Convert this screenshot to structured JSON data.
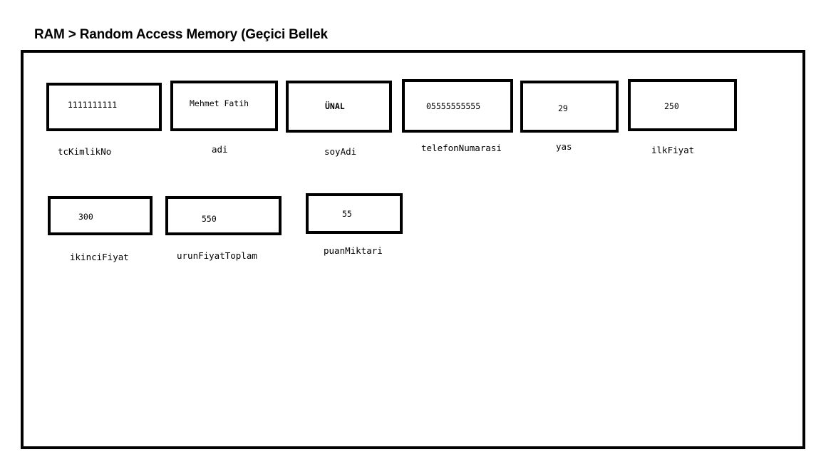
{
  "title": "RAM > Random Access Memory (Geçici Bellek",
  "variables": [
    {
      "name": "tcKimlikNo",
      "value": "1111111111"
    },
    {
      "name": "adi",
      "value": "Mehmet Fatih"
    },
    {
      "name": "soyAdi",
      "value": "ÜNAL"
    },
    {
      "name": "telefonNumarasi",
      "value": "05555555555"
    },
    {
      "name": "yas",
      "value": "29"
    },
    {
      "name": "ilkFiyat",
      "value": "250"
    },
    {
      "name": "ikinciFiyat",
      "value": "300"
    },
    {
      "name": "urunFiyatToplam",
      "value": "550"
    },
    {
      "name": "puanMiktari",
      "value": "55"
    }
  ]
}
